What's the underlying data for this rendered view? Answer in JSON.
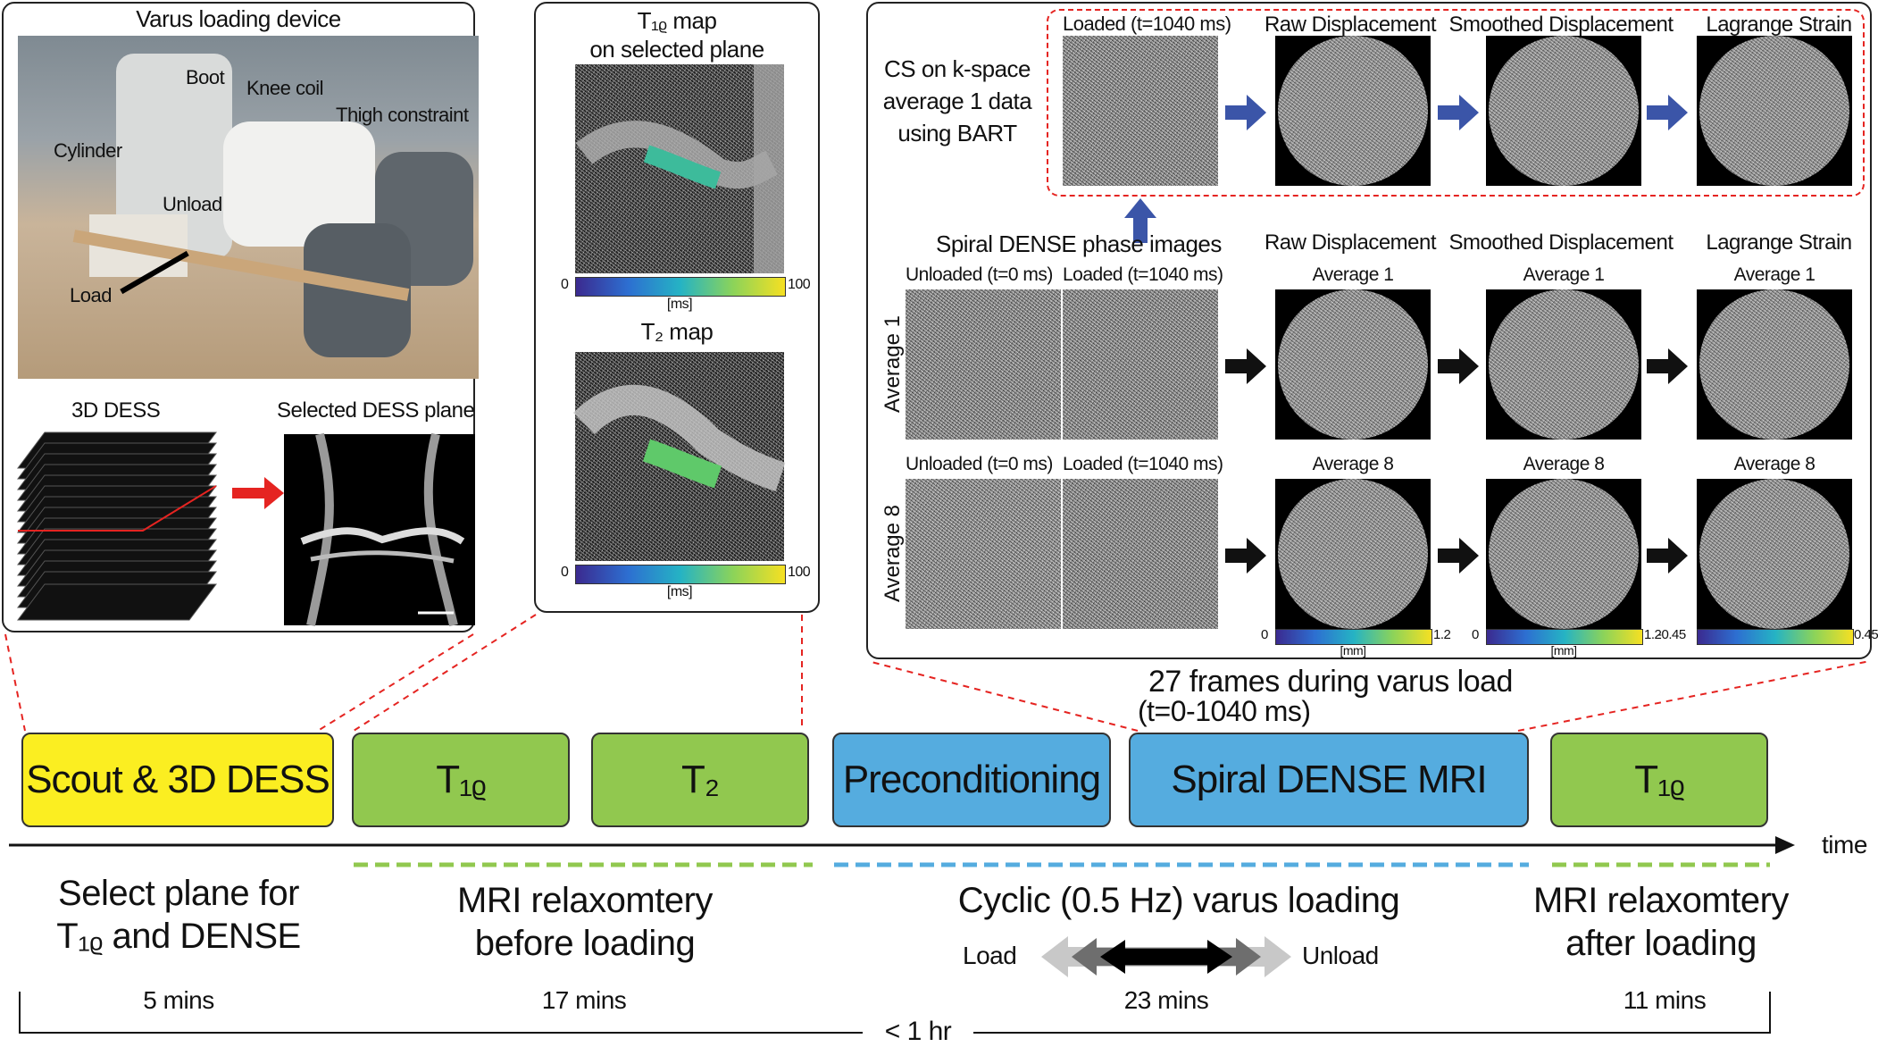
{
  "device_panel": {
    "title": "Varus loading device",
    "labels": {
      "boot": "Boot",
      "knee_coil": "Knee coil",
      "thigh": "Thigh constraint",
      "cylinder": "Cylinder",
      "unload": "Unload",
      "load": "Load"
    },
    "dess_3d": "3D DESS",
    "dess_plane": "Selected DESS plane"
  },
  "maps_panel": {
    "t1rho_title_l1": "T₁ᵨ map",
    "t1rho_title_l2": "on selected plane",
    "t1rho_scale": {
      "min": "0",
      "max": "100",
      "unit": "[ms]"
    },
    "t2_title": "T₂ map",
    "t2_scale": {
      "min": "0",
      "max": "100",
      "unit": "[ms]"
    }
  },
  "dense_panel": {
    "cs_text": [
      "CS on k-space",
      "average 1 data",
      "using BART"
    ],
    "loaded_cs": "Loaded (t=1040 ms)",
    "col_raw": "Raw Displacement",
    "col_smooth": "Smoothed Displacement",
    "col_lagrange": "Lagrange Strain",
    "spiral_title": "Spiral DENSE phase images",
    "unloaded": "Unloaded (t=0 ms)",
    "loaded": "Loaded (t=1040 ms)",
    "avg1": "Average 1",
    "avg8": "Average 8",
    "disp_scale": {
      "min": "0",
      "max": "1.2",
      "unit": "[mm]"
    },
    "strain_scale": {
      "min": "-0.45",
      "max": "0.45"
    }
  },
  "frames_note_l1": "27 frames during varus load",
  "frames_note_l2": "(t=0-1040 ms)",
  "timeline": {
    "steps": [
      "Scout & 3D DESS",
      "T₁ᵨ",
      "T₂",
      "Preconditioning",
      "Spiral DENSE MRI",
      "T₁ᵨ"
    ],
    "axis_label": "time",
    "phase_select_l1": "Select plane for",
    "phase_select_l2": "T₁ᵨ and DENSE",
    "phase_before_l1": "MRI relaxomtery",
    "phase_before_l2": "before loading",
    "phase_cyclic": "Cyclic (0.5 Hz) varus loading",
    "cyclic_load": "Load",
    "cyclic_unload": "Unload",
    "phase_after_l1": "MRI relaxomtery",
    "phase_after_l2": "after loading",
    "durations": [
      "5 mins",
      "17 mins",
      "23 mins",
      "11 mins"
    ],
    "total": "< 1 hr"
  },
  "colors": {
    "yellow": "#fbee21",
    "green": "#91c84f",
    "blue": "#55acdf",
    "red": "#e52421",
    "arrow_blue": "#3b55a8"
  }
}
